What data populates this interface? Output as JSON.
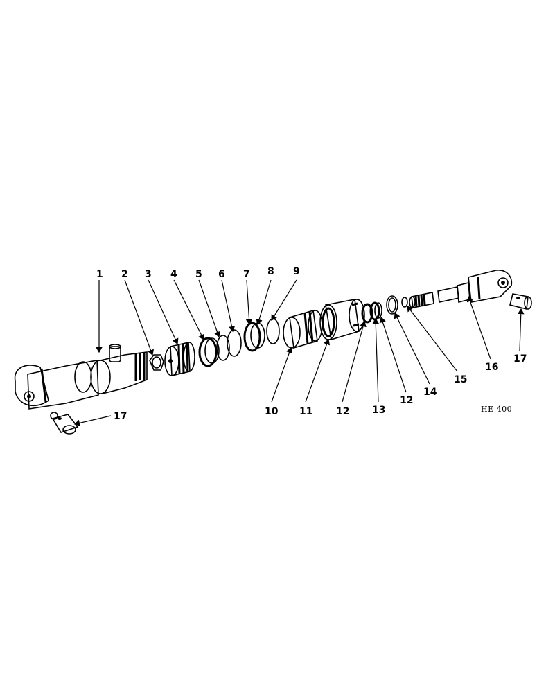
{
  "figure_code": "HE 400",
  "callouts": {
    "c1": "1",
    "c2": "2",
    "c3": "3",
    "c4": "4",
    "c5": "5",
    "c6": "6",
    "c7": "7",
    "c8": "8",
    "c9": "9",
    "c10": "10",
    "c11": "11",
    "c12a": "12",
    "c13": "13",
    "c12b": "12",
    "c14": "14",
    "c15": "15",
    "c16": "16",
    "c17a": "17",
    "c17b": "17"
  }
}
